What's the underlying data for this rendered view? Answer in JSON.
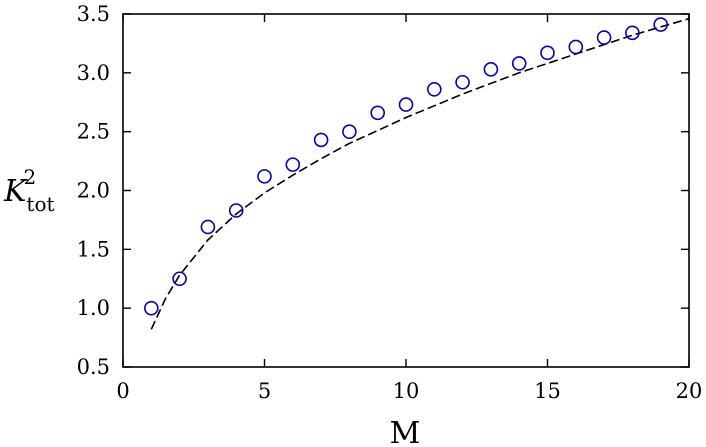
{
  "chart_data": {
    "type": "scatter",
    "xlabel": "M",
    "ylabel_main": "K",
    "ylabel_sub": "tot",
    "ylabel_sup": "2",
    "xlim": [
      0,
      20
    ],
    "ylim": [
      0.5,
      3.5
    ],
    "xticks": [
      0,
      5,
      10,
      15,
      20
    ],
    "yticks": [
      0.5,
      1.0,
      1.5,
      2.0,
      2.5,
      3.0,
      3.5
    ],
    "xtick_labels": [
      "0",
      "5",
      "10",
      "15",
      "20"
    ],
    "ytick_labels": [
      "0.5",
      "1.0",
      "1.5",
      "2.0",
      "2.5",
      "3.0",
      "3.5"
    ],
    "grid": false,
    "legend": "none",
    "series": [
      {
        "kind": "markers",
        "marker": "open-circle",
        "color": "#0000cc",
        "x": [
          1,
          2,
          3,
          4,
          5,
          6,
          7,
          8,
          9,
          10,
          11,
          12,
          13,
          14,
          15,
          16,
          17,
          18,
          19
        ],
        "y": [
          1.0,
          1.25,
          1.69,
          1.83,
          2.12,
          2.22,
          2.43,
          2.5,
          2.66,
          2.73,
          2.86,
          2.92,
          3.03,
          3.08,
          3.17,
          3.22,
          3.3,
          3.34,
          3.41
        ]
      },
      {
        "kind": "fit-curve",
        "style": "dashed",
        "color": "#000000",
        "x": [
          1,
          1.5,
          2,
          3,
          4,
          5,
          6,
          7,
          8,
          9,
          10,
          11,
          12,
          13,
          14,
          15,
          16,
          17,
          18,
          19,
          20
        ],
        "y": [
          0.82,
          1.08,
          1.28,
          1.58,
          1.8,
          1.98,
          2.13,
          2.27,
          2.4,
          2.51,
          2.62,
          2.72,
          2.82,
          2.91,
          3.0,
          3.08,
          3.16,
          3.24,
          3.32,
          3.39,
          3.46
        ]
      }
    ]
  }
}
